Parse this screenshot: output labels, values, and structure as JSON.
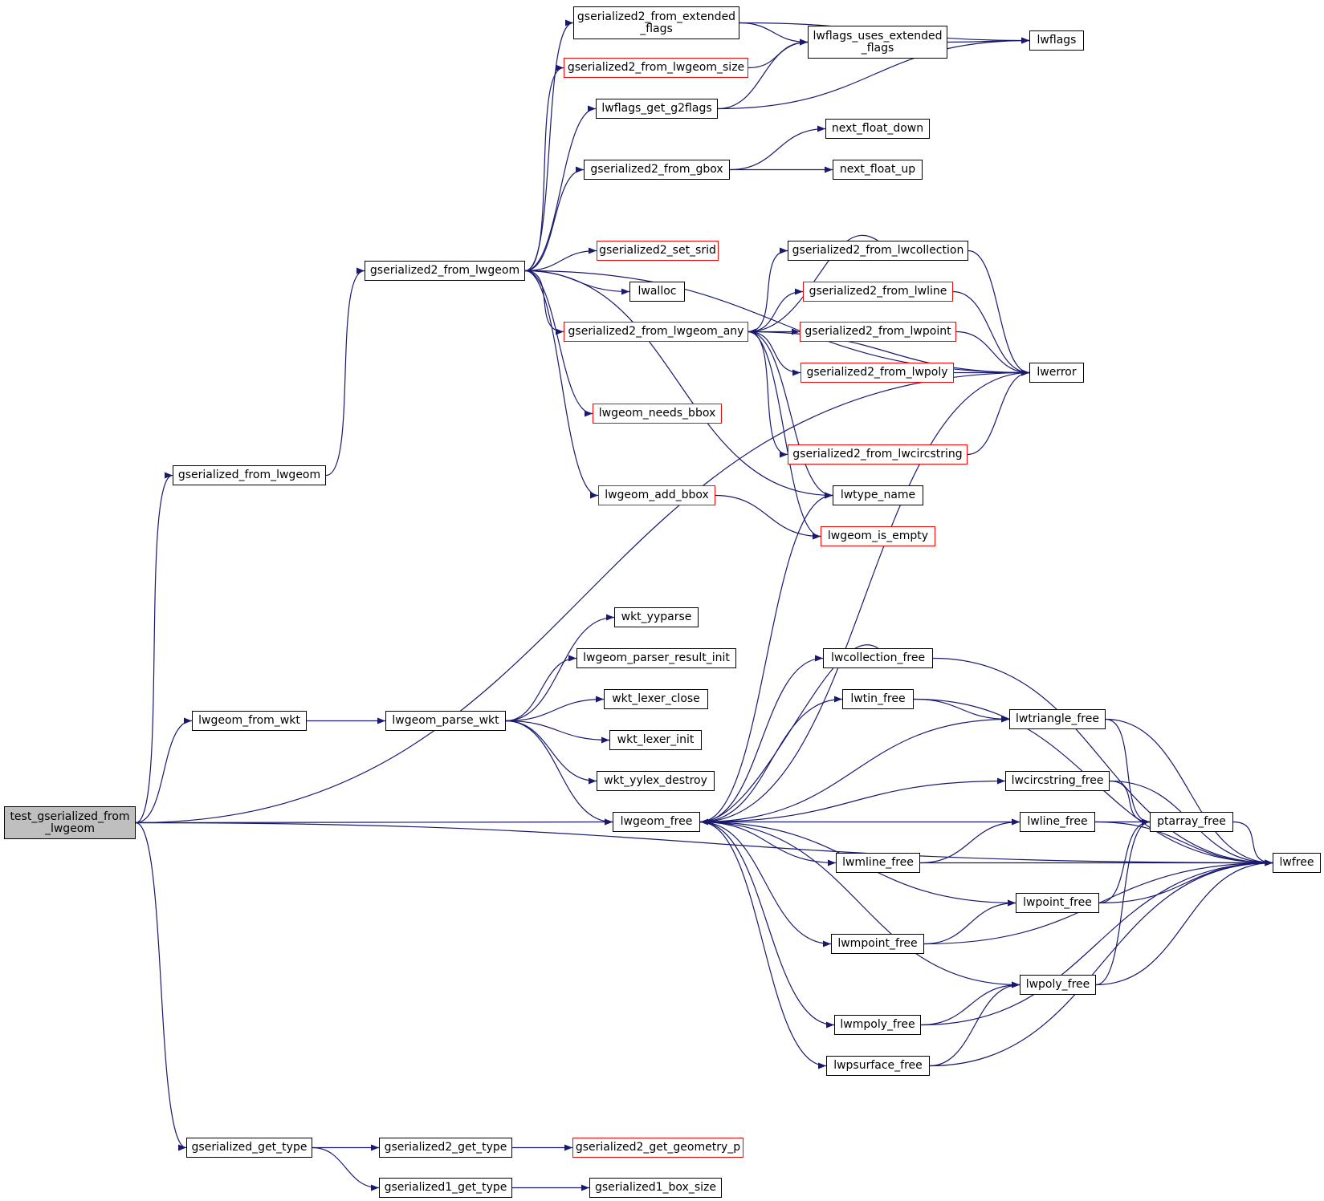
{
  "colors": {
    "edge": "#191970",
    "node_border": "#000000",
    "node_border_incomplete": "#ff0000",
    "root_fill": "#bfbfbf"
  },
  "nodes": [
    {
      "id": "root",
      "label": "test_gserialized_from\n_lwgeom",
      "style": "root"
    },
    {
      "id": "gser_from_lwgeom",
      "label": "gserialized_from_lwgeom",
      "style": "normal"
    },
    {
      "id": "lwgeom_from_wkt",
      "label": "lwgeom_from_wkt",
      "style": "normal"
    },
    {
      "id": "gser_get_type",
      "label": "gserialized_get_type",
      "style": "normal"
    },
    {
      "id": "g2_from_lwgeom",
      "label": "gserialized2_from_lwgeom",
      "style": "normal"
    },
    {
      "id": "g2_from_ext_flags",
      "label": "gserialized2_from_extended\n_flags",
      "style": "normal"
    },
    {
      "id": "g2_from_lwgeom_size",
      "label": "gserialized2_from_lwgeom_size",
      "style": "red"
    },
    {
      "id": "lwflags_get_g2flags",
      "label": "lwflags_get_g2flags",
      "style": "normal"
    },
    {
      "id": "g2_from_gbox",
      "label": "gserialized2_from_gbox",
      "style": "normal"
    },
    {
      "id": "g2_set_srid",
      "label": "gserialized2_set_srid",
      "style": "red"
    },
    {
      "id": "lwalloc",
      "label": "lwalloc",
      "style": "normal"
    },
    {
      "id": "g2_from_lwgeom_any",
      "label": "gserialized2_from_lwgeom_any",
      "style": "red"
    },
    {
      "id": "lwgeom_needs_bbox",
      "label": "lwgeom_needs_bbox",
      "style": "red"
    },
    {
      "id": "lwgeom_add_bbox",
      "label": "lwgeom_add_bbox",
      "style": "red"
    },
    {
      "id": "lwflags_uses_ext",
      "label": "lwflags_uses_extended\n_flags",
      "style": "normal"
    },
    {
      "id": "lwflags",
      "label": "lwflags",
      "style": "normal"
    },
    {
      "id": "next_float_down",
      "label": "next_float_down",
      "style": "normal"
    },
    {
      "id": "next_float_up",
      "label": "next_float_up",
      "style": "normal"
    },
    {
      "id": "g2_from_lwcollection",
      "label": "gserialized2_from_lwcollection",
      "style": "normal"
    },
    {
      "id": "g2_from_lwline",
      "label": "gserialized2_from_lwline",
      "style": "red"
    },
    {
      "id": "g2_from_lwpoint",
      "label": "gserialized2_from_lwpoint",
      "style": "red"
    },
    {
      "id": "g2_from_lwpoly",
      "label": "gserialized2_from_lwpoly",
      "style": "red"
    },
    {
      "id": "g2_from_lwcircstring",
      "label": "gserialized2_from_lwcircstring",
      "style": "red"
    },
    {
      "id": "lwerror",
      "label": "lwerror",
      "style": "normal"
    },
    {
      "id": "lwtype_name",
      "label": "lwtype_name",
      "style": "normal"
    },
    {
      "id": "lwgeom_is_empty",
      "label": "lwgeom_is_empty",
      "style": "red"
    },
    {
      "id": "lwgeom_parse_wkt",
      "label": "lwgeom_parse_wkt",
      "style": "normal"
    },
    {
      "id": "wkt_yyparse",
      "label": "wkt_yyparse",
      "style": "normal"
    },
    {
      "id": "lwgeom_parser_result_init",
      "label": "lwgeom_parser_result_init",
      "style": "normal"
    },
    {
      "id": "wkt_lexer_close",
      "label": "wkt_lexer_close",
      "style": "normal"
    },
    {
      "id": "wkt_lexer_init",
      "label": "wkt_lexer_init",
      "style": "normal"
    },
    {
      "id": "wkt_yylex_destroy",
      "label": "wkt_yylex_destroy",
      "style": "normal"
    },
    {
      "id": "lwgeom_free",
      "label": "lwgeom_free",
      "style": "normal"
    },
    {
      "id": "lwcollection_free",
      "label": "lwcollection_free",
      "style": "normal"
    },
    {
      "id": "lwtin_free",
      "label": "lwtin_free",
      "style": "normal"
    },
    {
      "id": "lwtriangle_free",
      "label": "lwtriangle_free",
      "style": "normal"
    },
    {
      "id": "lwcircstring_free",
      "label": "lwcircstring_free",
      "style": "normal"
    },
    {
      "id": "lwline_free",
      "label": "lwline_free",
      "style": "normal"
    },
    {
      "id": "ptarray_free",
      "label": "ptarray_free",
      "style": "normal"
    },
    {
      "id": "lwmline_free",
      "label": "lwmline_free",
      "style": "normal"
    },
    {
      "id": "lwfree",
      "label": "lwfree",
      "style": "normal"
    },
    {
      "id": "lwpoint_free",
      "label": "lwpoint_free",
      "style": "normal"
    },
    {
      "id": "lwmpoint_free",
      "label": "lwmpoint_free",
      "style": "normal"
    },
    {
      "id": "lwpoly_free",
      "label": "lwpoly_free",
      "style": "normal"
    },
    {
      "id": "lwmpoly_free",
      "label": "lwmpoly_free",
      "style": "normal"
    },
    {
      "id": "lwpsurface_free",
      "label": "lwpsurface_free",
      "style": "normal"
    },
    {
      "id": "g2_get_type",
      "label": "gserialized2_get_type",
      "style": "normal"
    },
    {
      "id": "g2_get_geometry_p",
      "label": "gserialized2_get_geometry_p",
      "style": "red"
    },
    {
      "id": "g1_get_type",
      "label": "gserialized1_get_type",
      "style": "normal"
    },
    {
      "id": "g1_box_size",
      "label": "gserialized1_box_size",
      "style": "normal"
    }
  ],
  "edges": [
    [
      "root",
      "gser_from_lwgeom"
    ],
    [
      "root",
      "lwgeom_from_wkt"
    ],
    [
      "root",
      "lwgeom_free"
    ],
    [
      "root",
      "lwfree"
    ],
    [
      "root",
      "gser_get_type"
    ],
    [
      "root",
      "lwerror"
    ],
    [
      "gser_from_lwgeom",
      "g2_from_lwgeom"
    ],
    [
      "g2_from_lwgeom",
      "g2_from_ext_flags"
    ],
    [
      "g2_from_lwgeom",
      "g2_from_lwgeom_size"
    ],
    [
      "g2_from_lwgeom",
      "lwflags_get_g2flags"
    ],
    [
      "g2_from_lwgeom",
      "g2_from_gbox"
    ],
    [
      "g2_from_lwgeom",
      "lwerror"
    ],
    [
      "g2_from_lwgeom",
      "g2_set_srid"
    ],
    [
      "g2_from_lwgeom",
      "lwalloc"
    ],
    [
      "g2_from_lwgeom",
      "g2_from_lwgeom_any"
    ],
    [
      "g2_from_lwgeom",
      "lwgeom_needs_bbox"
    ],
    [
      "g2_from_lwgeom",
      "lwgeom_add_bbox"
    ],
    [
      "g2_from_lwgeom",
      "lwtype_name"
    ],
    [
      "g2_from_ext_flags",
      "lwflags"
    ],
    [
      "g2_from_ext_flags",
      "lwflags_uses_ext"
    ],
    [
      "g2_from_lwgeom_size",
      "lwflags_uses_ext"
    ],
    [
      "lwflags_get_g2flags",
      "lwflags_uses_ext"
    ],
    [
      "lwflags_get_g2flags",
      "lwflags"
    ],
    [
      "lwflags_uses_ext",
      "lwflags"
    ],
    [
      "g2_from_gbox",
      "next_float_down"
    ],
    [
      "g2_from_gbox",
      "next_float_up"
    ],
    [
      "g2_from_lwgeom_any",
      "g2_from_lwcollection"
    ],
    [
      "g2_from_lwgeom_any",
      "g2_from_lwline"
    ],
    [
      "g2_from_lwgeom_any",
      "g2_from_lwpoint"
    ],
    [
      "g2_from_lwgeom_any",
      "g2_from_lwpoly"
    ],
    [
      "g2_from_lwgeom_any",
      "g2_from_lwcircstring"
    ],
    [
      "g2_from_lwgeom_any",
      "lwerror"
    ],
    [
      "g2_from_lwgeom_any",
      "lwgeom_is_empty"
    ],
    [
      "g2_from_lwgeom_any",
      "lwtype_name"
    ],
    [
      "g2_from_lwcollection",
      "g2_from_lwgeom_any"
    ],
    [
      "g2_from_lwcollection",
      "lwerror"
    ],
    [
      "g2_from_lwline",
      "lwerror"
    ],
    [
      "g2_from_lwpoint",
      "lwerror"
    ],
    [
      "g2_from_lwpoly",
      "lwerror"
    ],
    [
      "g2_from_lwcircstring",
      "lwerror"
    ],
    [
      "lwgeom_add_bbox",
      "lwgeom_is_empty"
    ],
    [
      "lwgeom_from_wkt",
      "lwgeom_parse_wkt"
    ],
    [
      "lwgeom_parse_wkt",
      "wkt_yyparse"
    ],
    [
      "lwgeom_parse_wkt",
      "lwgeom_parser_result_init"
    ],
    [
      "lwgeom_parse_wkt",
      "wkt_lexer_close"
    ],
    [
      "lwgeom_parse_wkt",
      "wkt_lexer_init"
    ],
    [
      "lwgeom_parse_wkt",
      "wkt_yylex_destroy"
    ],
    [
      "lwgeom_parse_wkt",
      "lwgeom_free"
    ],
    [
      "lwgeom_free",
      "lwcollection_free"
    ],
    [
      "lwgeom_free",
      "lwtin_free"
    ],
    [
      "lwgeom_free",
      "lwtriangle_free"
    ],
    [
      "lwgeom_free",
      "lwcircstring_free"
    ],
    [
      "lwgeom_free",
      "lwline_free"
    ],
    [
      "lwgeom_free",
      "lwmline_free"
    ],
    [
      "lwgeom_free",
      "lwpoint_free"
    ],
    [
      "lwgeom_free",
      "lwmpoint_free"
    ],
    [
      "lwgeom_free",
      "lwpoly_free"
    ],
    [
      "lwgeom_free",
      "lwmpoly_free"
    ],
    [
      "lwgeom_free",
      "lwpsurface_free"
    ],
    [
      "lwgeom_free",
      "lwerror"
    ],
    [
      "lwgeom_free",
      "lwtype_name"
    ],
    [
      "lwcollection_free",
      "lwgeom_free"
    ],
    [
      "lwcollection_free",
      "lwfree"
    ],
    [
      "lwtin_free",
      "lwtriangle_free"
    ],
    [
      "lwtin_free",
      "lwfree"
    ],
    [
      "lwtriangle_free",
      "ptarray_free"
    ],
    [
      "lwtriangle_free",
      "lwfree"
    ],
    [
      "lwcircstring_free",
      "ptarray_free"
    ],
    [
      "lwcircstring_free",
      "lwfree"
    ],
    [
      "lwline_free",
      "ptarray_free"
    ],
    [
      "lwline_free",
      "lwfree"
    ],
    [
      "ptarray_free",
      "lwfree"
    ],
    [
      "lwmline_free",
      "lwline_free"
    ],
    [
      "lwmline_free",
      "lwfree"
    ],
    [
      "lwpoint_free",
      "ptarray_free"
    ],
    [
      "lwpoint_free",
      "lwfree"
    ],
    [
      "lwmpoint_free",
      "lwpoint_free"
    ],
    [
      "lwmpoint_free",
      "lwfree"
    ],
    [
      "lwpoly_free",
      "ptarray_free"
    ],
    [
      "lwpoly_free",
      "lwfree"
    ],
    [
      "lwmpoly_free",
      "lwpoly_free"
    ],
    [
      "lwmpoly_free",
      "lwfree"
    ],
    [
      "lwpsurface_free",
      "lwpoly_free"
    ],
    [
      "lwpsurface_free",
      "lwfree"
    ],
    [
      "gser_get_type",
      "g2_get_type"
    ],
    [
      "gser_get_type",
      "g1_get_type"
    ],
    [
      "g2_get_type",
      "g2_get_geometry_p"
    ],
    [
      "g1_get_type",
      "g1_box_size"
    ]
  ]
}
